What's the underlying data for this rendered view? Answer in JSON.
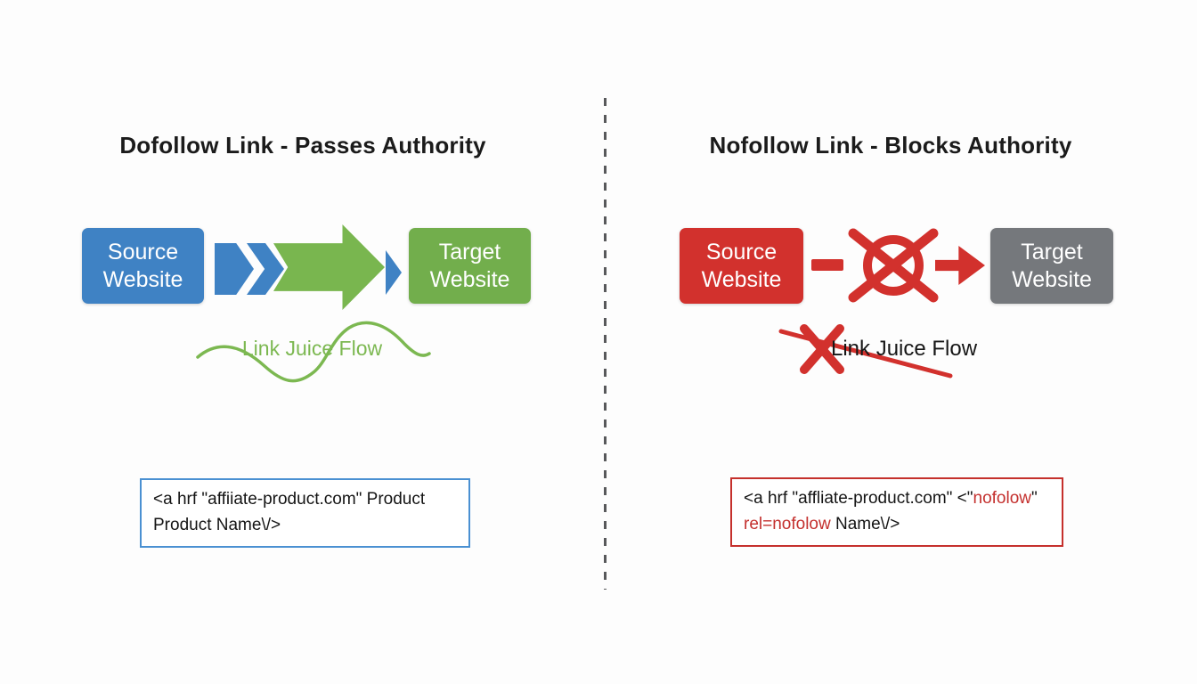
{
  "colors": {
    "blue": "#3f82c4",
    "green": "#72ae4c",
    "green_arrow": "#79b64f",
    "wave": "#7cb851",
    "red": "#d2312d",
    "gray": "#75787c",
    "title": "#1b1b1b",
    "code_text": "#141414",
    "code_red": "#c4302e",
    "border_blue": "#4a90d2",
    "border_red": "#c5302c",
    "divider": "#58595b"
  },
  "left_panel": {
    "title": "Dofollow Link - Passes Authority",
    "source_box": {
      "line1": "Source",
      "line2": "Website"
    },
    "target_box": {
      "line1": "Target",
      "line2": "Website"
    },
    "flow_label": "Link Juice Flow",
    "code": {
      "line1": "<a hrf  \"affiiate-product.com\" Product",
      "line2": "Product Name\\/>"
    }
  },
  "right_panel": {
    "title": "Nofollow Link - Blocks Authority",
    "source_box": {
      "line1": "Source",
      "line2": "Website"
    },
    "target_box": {
      "line1": "Target",
      "line2": "Website"
    },
    "flow_label": "Link Juice Flow",
    "code": {
      "line1_pre": "<a hrf \"affliate-product.com\" <\"",
      "line1_red": "nofolow",
      "line1_post": "\"",
      "line2_red": "rel=nofolow",
      "line2_post": " Name\\/>"
    }
  }
}
